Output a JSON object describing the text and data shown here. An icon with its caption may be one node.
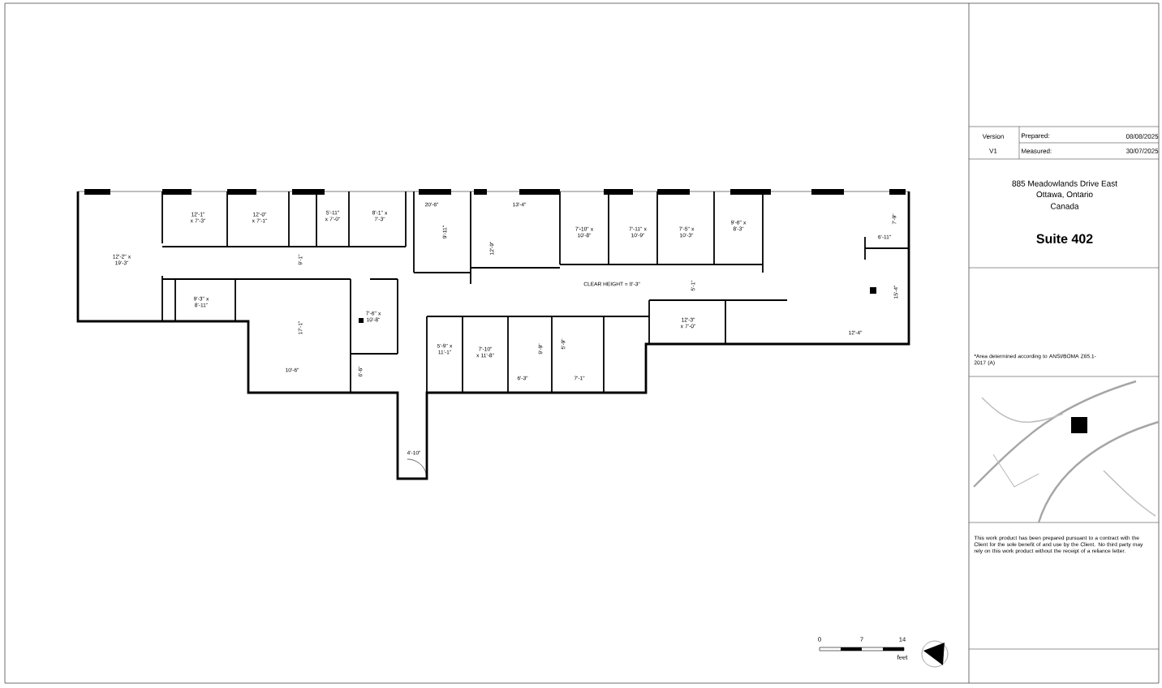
{
  "diagram": {
    "labels": [
      "12'-2\" x 19'-3\"",
      "12'-1\" x 7'-3\"",
      "12'-0\" x 7'-1\"",
      "5'-11\" x 7'-0\"",
      "8'-1\" x 7'-3\"",
      "20'-6\"",
      "9'-11\"",
      "13'-4\"",
      "12'-9\"",
      "7'-10\" x 10'-8\"",
      "7'-11\" x 10'-9\"",
      "7'-5\" x 10'-3\"",
      "9'-6\" x 8'-3\"",
      "7'-9\"",
      "6'-11\"",
      "9'-1\"",
      "CLEAR HEIGHT = 8'-3\"",
      "5'-1\"",
      "9'-3\" x 8'-11\"",
      "17'-1\"",
      "7'-6\" x 10'-8\"",
      "15'-4\"",
      "12'-3\" x 7'-0\"",
      "12'-4\"",
      "5'-9\" x 11'-1\"",
      "7'-10\" x 11'-8\"",
      "9'-9\"",
      "5'-9\"",
      "10'-6\"",
      "6'-6\"",
      "6'-3\"",
      "7'-1\"",
      "4'-10\"",
      "Version",
      "V1",
      "Prepared:",
      "08/08/2025",
      "Measured:",
      "30/07/2025",
      "885 Meadowlands Drive East",
      "Ottawa, Ontario",
      "Canada",
      "Suite 402",
      "*Area determined according to ANSI/BOMA Z65.1-2017 (A)",
      "This work product has been prepared pursuant to a contract with the Client for the sole benefit of and use by the Client. No third party may rely on this work product without the receipt of a reliance letter.",
      "0",
      "7",
      "14",
      "feet"
    ]
  }
}
